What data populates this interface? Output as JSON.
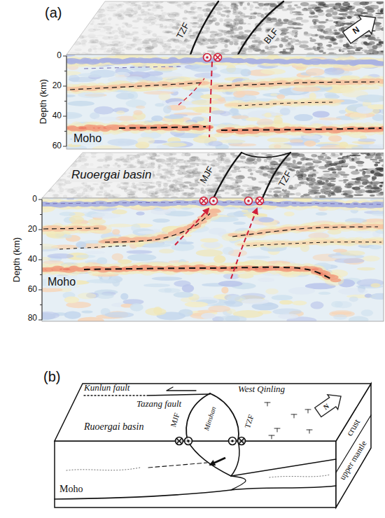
{
  "diagram": {
    "labels": [
      "(a)",
      "TZF",
      "BLF",
      "N",
      "0",
      "20",
      "40",
      "60",
      "Depth (km)",
      "Moho",
      "Ruoergai basin",
      "MJF",
      "TZF",
      "0",
      "20",
      "40",
      "60",
      "80",
      "Depth (km)",
      "Moho",
      "(b)",
      "Kunlun fault",
      "Tazang fault",
      "West Qinling",
      "N",
      "Ruoergai basin",
      "MJF",
      "Minshan",
      "TZF",
      "crust",
      "upper mantle",
      "Moho"
    ]
  }
}
